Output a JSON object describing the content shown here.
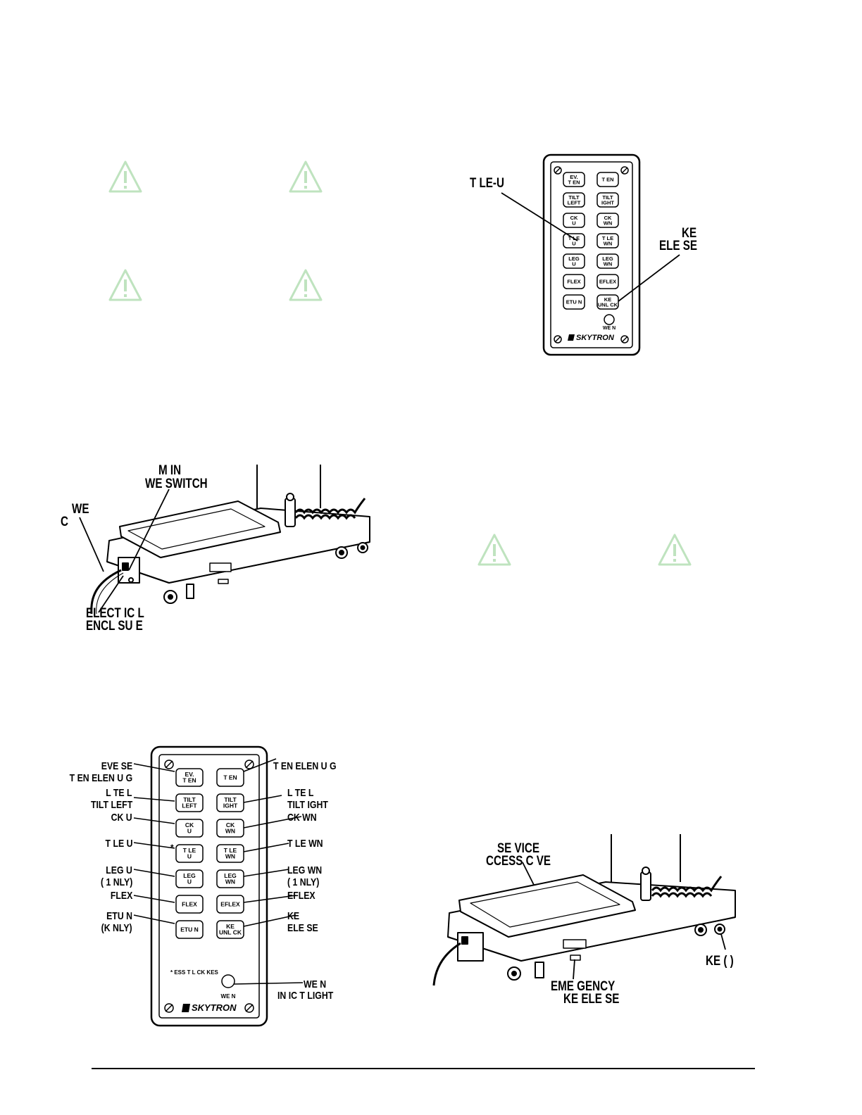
{
  "small_pendant": {
    "callout_table_up": "T    LE-U",
    "callout_brake_line1": "KE",
    "callout_brake_line2": "ELE  SE",
    "brand": "SKYTRON",
    "power_on": "WE      N",
    "buttons": [
      [
        "EV.\nT  EN",
        "T  EN"
      ],
      [
        "TILT\nLEFT",
        "TILT\nIGHT"
      ],
      [
        "CK\nU",
        "CK\nWN"
      ],
      [
        "T    LE\nU",
        "T    LE\nWN"
      ],
      [
        "LEG\nU",
        "LEG\nWN"
      ],
      [
        "FLEX",
        "EFLEX"
      ],
      [
        "ETU  N",
        "KE\nUNL  CK"
      ]
    ]
  },
  "base_top": {
    "main_switch_line1": "M   IN",
    "main_switch_line2": "WE   SWITCH",
    "power_cord_line1": "WE",
    "power_cord_line2": "C",
    "enclosure_line1": "ELECT   IC   L",
    "enclosure_line2": "ENCL   SU   E"
  },
  "large_pendant": {
    "brand": "SKYTRON",
    "footnote": "*    ESS T   L  CK      KES",
    "power_on": "WE      N",
    "left_labels": [
      [
        "EVE  SE",
        "T   EN  ELEN  U  G"
      ],
      [
        "L   TE     L",
        "TILT LEFT"
      ],
      [
        "CK U"
      ],
      [
        "T     LE U"
      ],
      [
        "LEG U",
        "(     1   NLY)"
      ],
      [
        "FLEX"
      ],
      [
        "ETU   N",
        "(K       NLY)"
      ]
    ],
    "right_labels": [
      [
        "T   EN  ELEN  U  G"
      ],
      [
        "L   TE     L",
        "TILT   IGHT"
      ],
      [
        "CK      WN"
      ],
      [
        "T     LE      WN"
      ],
      [
        "LEG      WN",
        "(     1    NLY)"
      ],
      [
        "EFLEX"
      ],
      [
        "KE",
        "ELE  SE"
      ]
    ],
    "indicator_label_line1": "WE      N",
    "indicator_label_line2": "IN   IC   T     LIGHT",
    "asterisk": "*"
  },
  "base_bottom": {
    "service_line1": "SE   VICE",
    "service_line2": "CCESS C   VE",
    "brake_right": "KE (  )",
    "emergency_line1": "EME   GENCY",
    "emergency_line2": "KE   ELE  SE"
  }
}
